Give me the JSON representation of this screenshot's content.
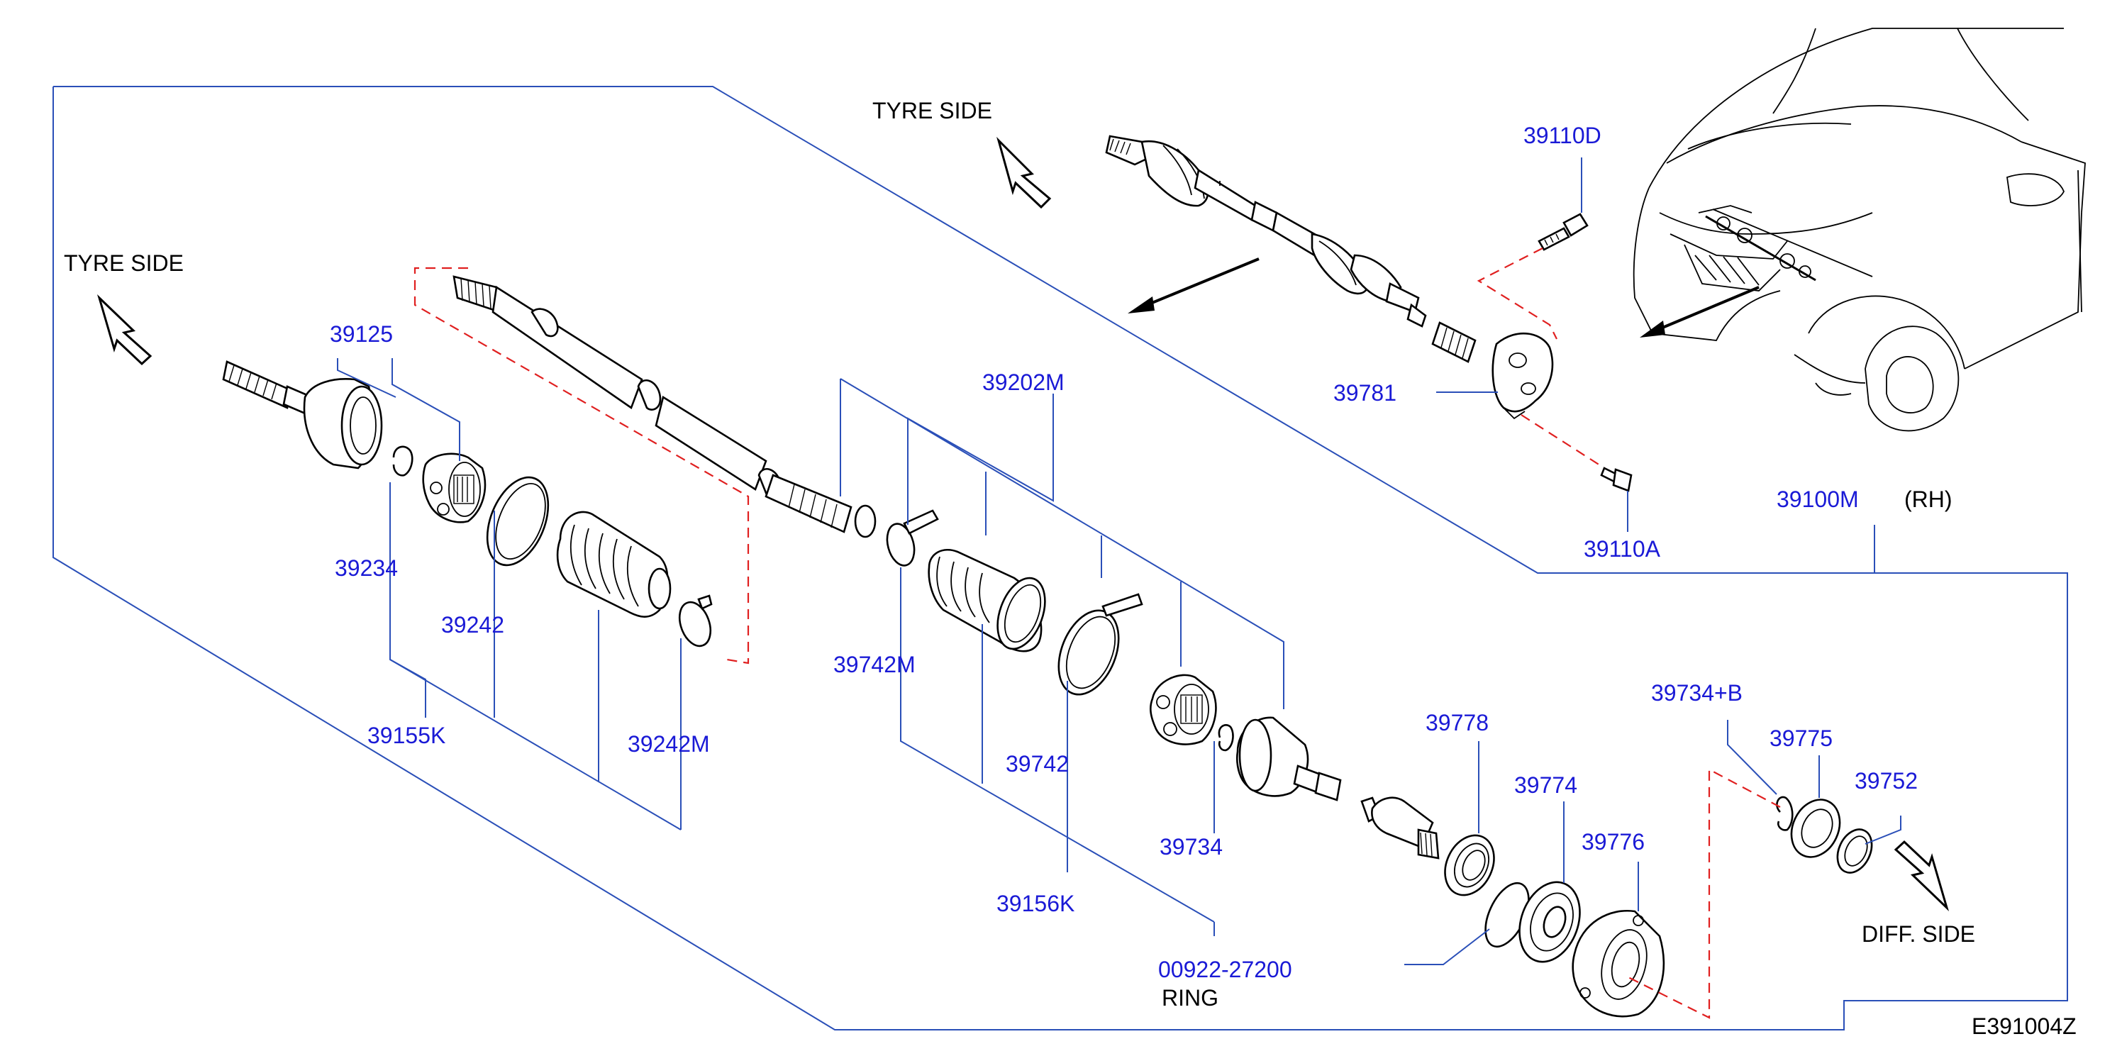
{
  "labels": {
    "tyre_side_top": "TYRE   SIDE",
    "tyre_side_left": "TYRE   SIDE",
    "diff_side": "DIFF.   SIDE",
    "rh": "(RH)",
    "ring": "RING",
    "figure_code": "E391004Z"
  },
  "part_numbers": {
    "p39110D": "39110D",
    "p39781": "39781",
    "p39110A": "39110A",
    "p39100M": "39100M",
    "p39125": "39125",
    "p39202M": "39202M",
    "p39234": "39234",
    "p39242": "39242",
    "p39155K": "39155K",
    "p39242M": "39242M",
    "p39742M": "39742M",
    "p39742": "39742",
    "p39156K": "39156K",
    "p39734": "39734",
    "p39778": "39778",
    "p39774": "39774",
    "p39776": "39776",
    "p39734B": "39734+B",
    "p39775": "39775",
    "p39752": "39752",
    "p00922": "00922-27200"
  },
  "colors": {
    "part_number_text": "#1a1ad6",
    "leader_lines": "#2a4fb8",
    "dashed_guides": "#e02020",
    "drawing": "#000000"
  }
}
